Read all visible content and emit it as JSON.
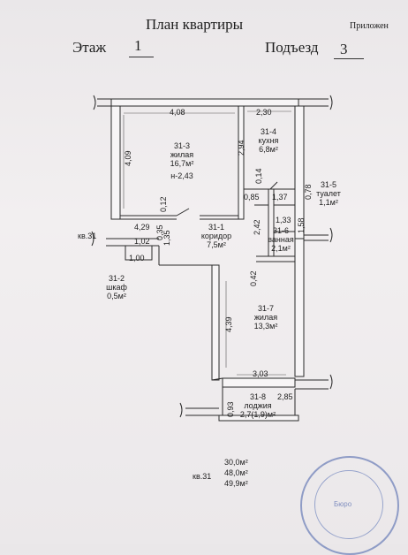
{
  "header": {
    "title": "План квартиры",
    "appendix": "Приложен",
    "floor_label": "Этаж",
    "floor_value": "1",
    "entrance_label": "Подъезд",
    "entrance_value": "3"
  },
  "rooms": {
    "r3": {
      "id": "31-3",
      "name": "жилая",
      "area": "16,7м²",
      "height": "н-2,43"
    },
    "r4": {
      "id": "31-4",
      "name": "кухня",
      "area": "6,8м²"
    },
    "r5": {
      "id": "31-5",
      "name": "туалет",
      "area": "1,1м²"
    },
    "r6": {
      "id": "31-6",
      "name": "ванная",
      "area": "2,1м²"
    },
    "r1": {
      "id": "31-1",
      "name": "коридор",
      "area": "7,5м²"
    },
    "r2": {
      "id": "31-2",
      "name": "шкаф",
      "area": "0,5м²"
    },
    "r7": {
      "id": "31-7",
      "name": "жилая",
      "area": "13,3м²"
    },
    "r8": {
      "id": "31-8",
      "name": "лоджия",
      "area": "2,7(1,9)м²"
    }
  },
  "dimensions": {
    "d408": "4,08",
    "d230": "2,30",
    "d409": "4,09",
    "d294": "2,94",
    "d014": "0,14",
    "d085": "0,85",
    "d137": "1,37",
    "d078": "0,78",
    "d012": "0,12",
    "d429": "4,29",
    "d102": "1,02",
    "d035": "0,35",
    "d135": "1,35",
    "d100": "1,00",
    "d242": "2,42",
    "d133": "1,33",
    "d158": "1,58",
    "d042": "0,42",
    "d439": "4,39",
    "d303": "3,03",
    "d285": "2,85",
    "d093": "0,93"
  },
  "apartment_label": "кв.31",
  "totals": {
    "label": "кв.31",
    "living": "30,0м²",
    "total": "48,0м²",
    "total_with_loggia": "49,9м²"
  },
  "stamp": {
    "text": "Бюро"
  }
}
